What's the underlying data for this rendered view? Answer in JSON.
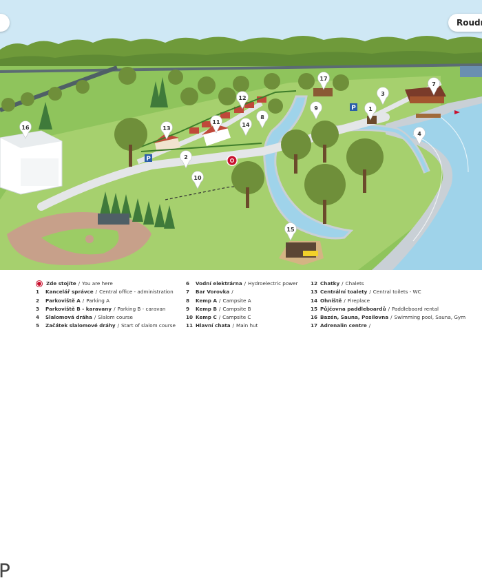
{
  "header": {
    "left_chip": "",
    "right_chip": "Roudni"
  },
  "map": {
    "parking_sign": "P",
    "markers": [
      {
        "id": "1",
        "label": "1"
      },
      {
        "id": "2",
        "label": "2"
      },
      {
        "id": "3",
        "label": "3"
      },
      {
        "id": "4",
        "label": "4"
      },
      {
        "id": "7",
        "label": "7"
      },
      {
        "id": "8",
        "label": "8"
      },
      {
        "id": "9",
        "label": "9"
      },
      {
        "id": "10",
        "label": "10"
      },
      {
        "id": "11",
        "label": "11"
      },
      {
        "id": "12",
        "label": "12"
      },
      {
        "id": "13",
        "label": "13"
      },
      {
        "id": "14",
        "label": "14"
      },
      {
        "id": "15",
        "label": "15"
      },
      {
        "id": "16",
        "label": "16"
      },
      {
        "id": "17",
        "label": "17"
      }
    ]
  },
  "legend": {
    "you_are_here": {
      "cz": "Zde stojíte",
      "en": "You are here"
    },
    "columns": [
      [
        {
          "num": "1",
          "cz": "Kancelář správce",
          "en": "Central office - administration"
        },
        {
          "num": "2",
          "cz": "Parkoviště A",
          "en": "Parking A"
        },
        {
          "num": "3",
          "cz": "Parkoviště B - karavany",
          "en": "Parking B - caravan"
        },
        {
          "num": "4",
          "cz": "Slalomová dráha",
          "en": "Slalom course"
        },
        {
          "num": "5",
          "cz": "Začátek slalomové dráhy",
          "en": "Start of slalom course"
        }
      ],
      [
        {
          "num": "6",
          "cz": "Vodní elektrárna",
          "en": "Hydroelectric power"
        },
        {
          "num": "7",
          "cz": "Bar Vorovka",
          "en": ""
        },
        {
          "num": "8",
          "cz": "Kemp A",
          "en": "Campsite A"
        },
        {
          "num": "9",
          "cz": "Kemp B",
          "en": "Campsite B"
        },
        {
          "num": "10",
          "cz": "Kemp C",
          "en": "Campsite C"
        },
        {
          "num": "11",
          "cz": "Hlavní chata",
          "en": "Main hut"
        }
      ],
      [
        {
          "num": "12",
          "cz": "Chatky",
          "en": "Chalets"
        },
        {
          "num": "13",
          "cz": "Centrální toalety",
          "en": "Central toilets - WC"
        },
        {
          "num": "14",
          "cz": "Ohniště",
          "en": "Fireplace"
        },
        {
          "num": "15",
          "cz": "Půjčovna paddleboardů",
          "en": "Paddleboard rental"
        },
        {
          "num": "16",
          "cz": "Bazén, Sauna, Posilovna",
          "en": "Swimming pool, Sauna, Gym"
        },
        {
          "num": "17",
          "cz": "Adrenalin centre",
          "en": ""
        }
      ]
    ]
  },
  "logo_letter": "P",
  "colors": {
    "sky": "#cfe8f5",
    "grass": "#8fc45c",
    "grass_light": "#a6d06e",
    "path": "#e4e6e8",
    "water": "#9fd3ea",
    "water_edge": "#c9d0d6",
    "tree": "#6f8f3a",
    "trunk": "#6b4a2b",
    "roof": "#c0483a",
    "you_are_here": "#c8102e",
    "parking": "#2a5ea8"
  }
}
